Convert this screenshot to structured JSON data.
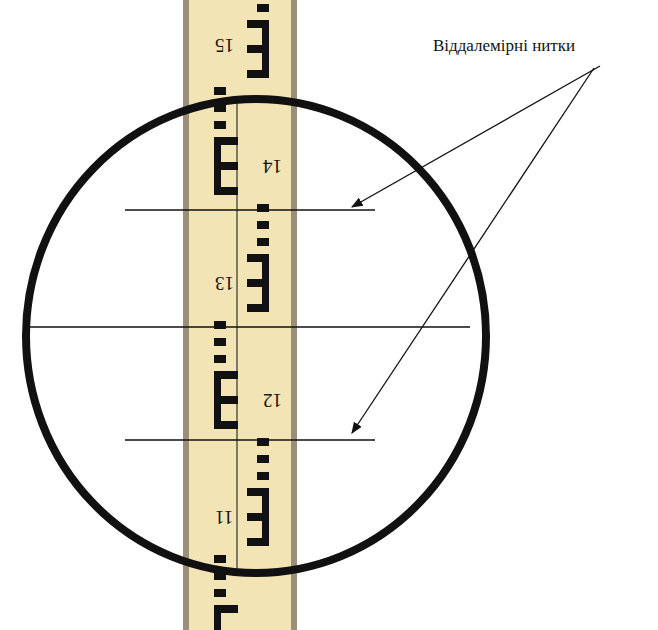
{
  "diagram": {
    "labels": [
      "Віддалемірні нитки",
      "15",
      "14",
      "13",
      "12",
      "11"
    ]
  }
}
